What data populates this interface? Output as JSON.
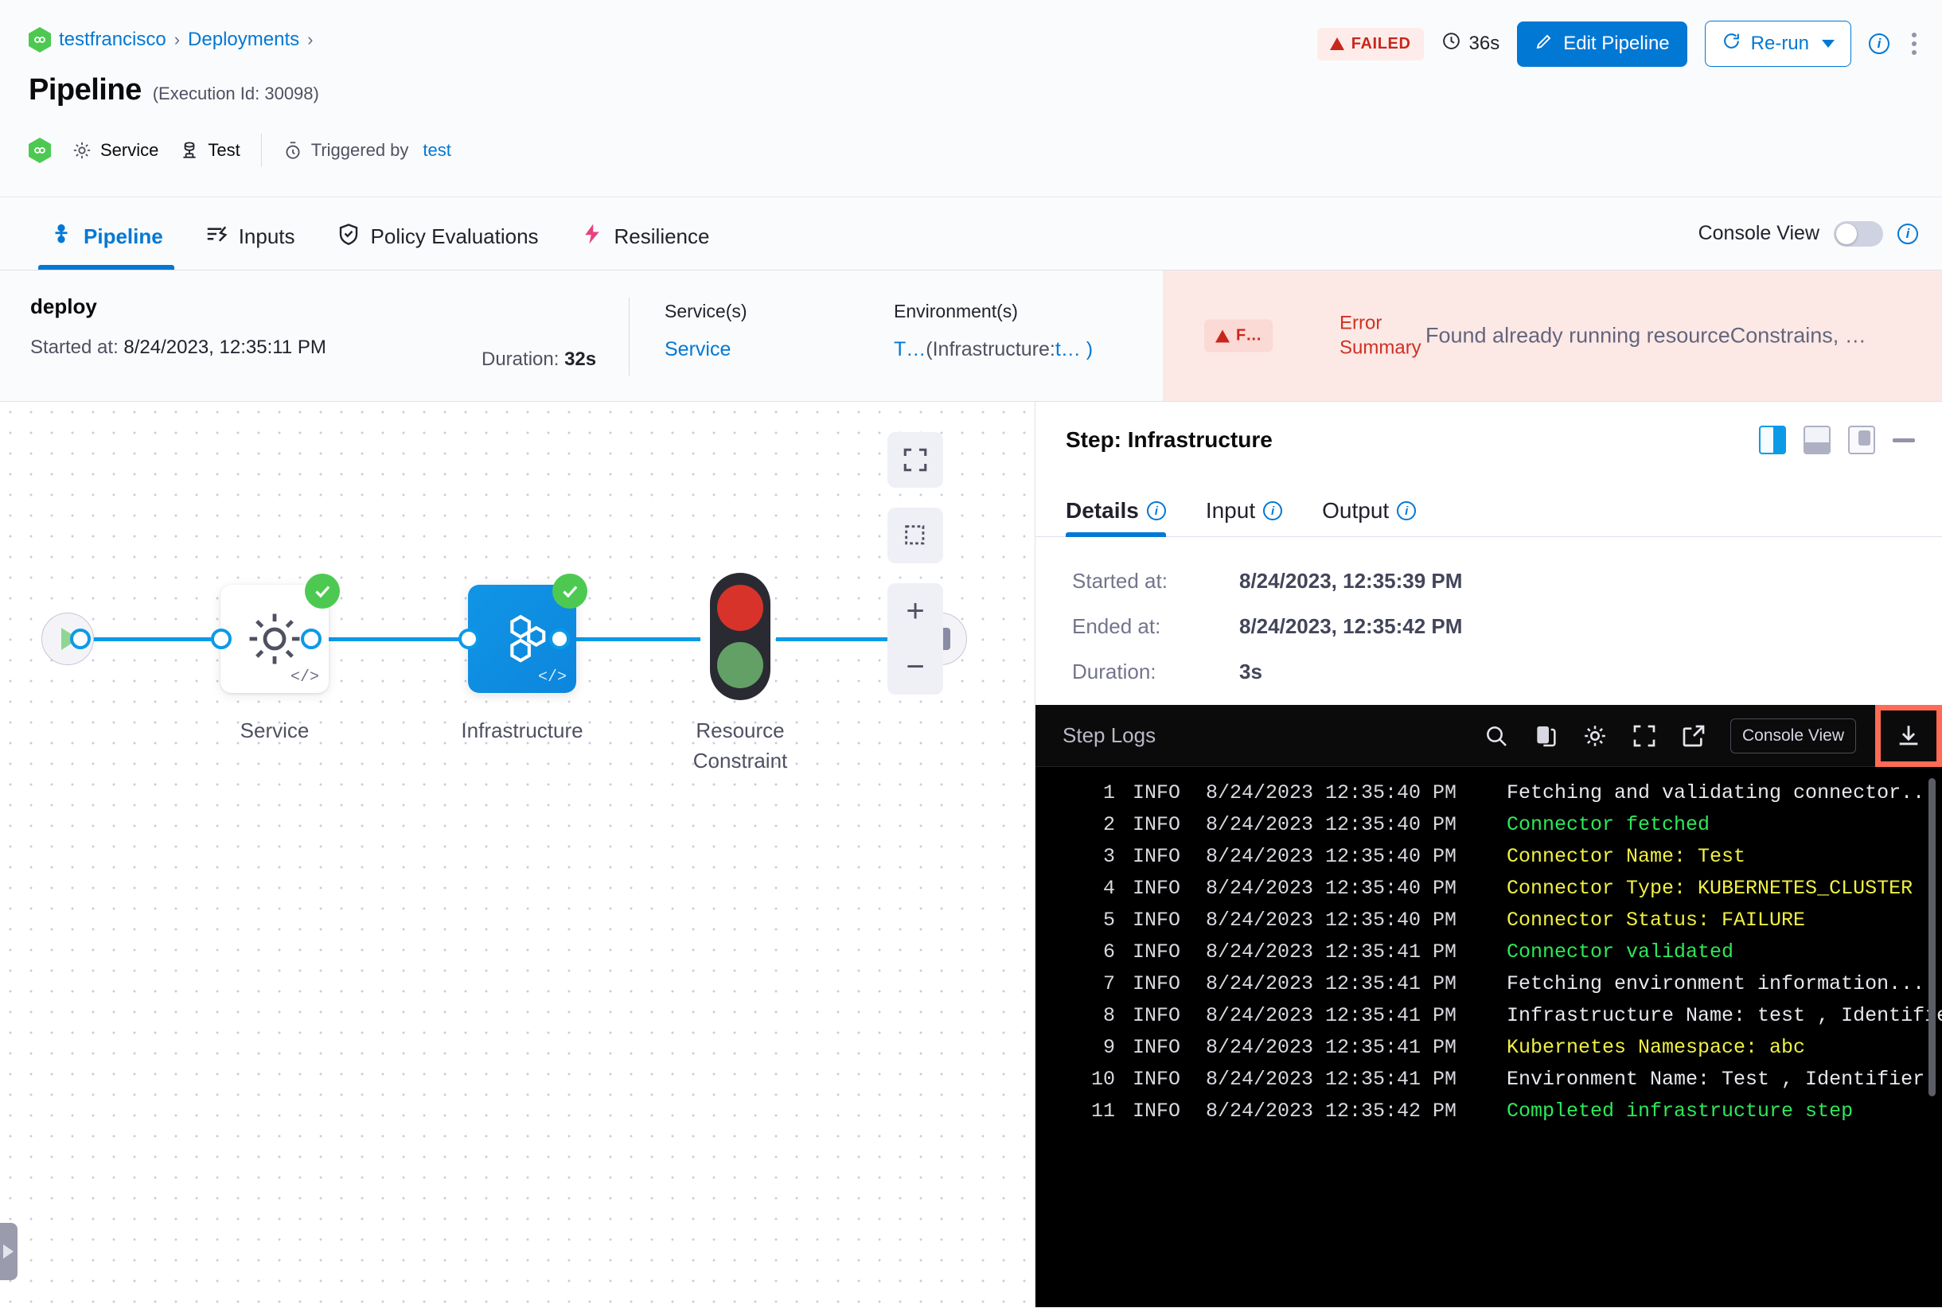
{
  "breadcrumb": {
    "org_icon": "harness-logo-icon",
    "items": [
      "testfrancisco",
      "Deployments"
    ]
  },
  "header": {
    "title": "Pipeline",
    "execution_id": "(Execution Id: 30098)",
    "meta": {
      "service_label": "Service",
      "env_label": "Test",
      "triggered_label": "Triggered by",
      "triggered_user": "test"
    },
    "status_badge": "FAILED",
    "duration": "36s",
    "edit_button": "Edit Pipeline",
    "rerun_button": "Re-run"
  },
  "tabs": [
    {
      "label": "Pipeline",
      "icon": "pipeline-icon",
      "active": true
    },
    {
      "label": "Inputs",
      "icon": "inputs-icon",
      "active": false
    },
    {
      "label": "Policy Evaluations",
      "icon": "shield-check-icon",
      "active": false
    },
    {
      "label": "Resilience",
      "icon": "resilience-icon",
      "active": false
    }
  ],
  "console_view": {
    "label": "Console View",
    "enabled": false
  },
  "summary": {
    "stage_name": "deploy",
    "started_label": "Started at:",
    "started_value": "8/24/2023, 12:35:11 PM",
    "duration_label": "Duration:",
    "duration_value": "32s",
    "services_header": "Service(s)",
    "services_value": "Service",
    "environments_header": "Environment(s)",
    "environments_value_prefix": "T…",
    "environments_value_detail": "(Infrastructure:",
    "environments_value_suffix": "t… )",
    "error_badge": "F…",
    "error_label_line1": "Error",
    "error_label_line2": "Summary",
    "error_text": "Found already running resourceConstrains, …"
  },
  "canvas": {
    "tools": [
      {
        "name": "fit-to-screen-icon"
      },
      {
        "name": "select-area-icon"
      }
    ],
    "zoom_in": "+",
    "zoom_out": "−",
    "nodes": [
      {
        "label": "Service",
        "type": "service",
        "status": "success"
      },
      {
        "label": "Infrastructure",
        "type": "infrastructure",
        "status": "success",
        "selected": true
      },
      {
        "label": "Resource\nConstraint",
        "type": "resource-constraint",
        "status": "waiting"
      }
    ],
    "node_labels": {
      "service": "Service",
      "infrastructure": "Infrastructure",
      "resource_constraint_line1": "Resource",
      "resource_constraint_line2": "Constraint"
    }
  },
  "step_panel": {
    "title": "Step: Infrastructure",
    "header_icons": [
      "layout-right-icon",
      "layout-bottom-icon",
      "layout-float-icon",
      "minimize-icon"
    ],
    "tabs": [
      {
        "label": "Details",
        "active": true
      },
      {
        "label": "Input",
        "active": false
      },
      {
        "label": "Output",
        "active": false
      }
    ],
    "details": [
      {
        "key": "Started at:",
        "value": "8/24/2023, 12:35:39 PM"
      },
      {
        "key": "Ended at:",
        "value": "8/24/2023, 12:35:42 PM"
      },
      {
        "key": "Duration:",
        "value": "3s"
      }
    ]
  },
  "logs": {
    "title": "Step Logs",
    "icons": [
      "search-icon",
      "copy-icon",
      "gear-icon",
      "fullscreen-icon",
      "open-external-icon"
    ],
    "console_pill": "Console View",
    "download_icon": "download-icon",
    "lines": [
      {
        "n": "1",
        "level": "INFO",
        "ts": "8/24/2023 12:35:40 PM",
        "msg": "Fetching and validating connector...",
        "color": "white"
      },
      {
        "n": "2",
        "level": "INFO",
        "ts": "8/24/2023 12:35:40 PM",
        "msg": "Connector fetched",
        "color": "green"
      },
      {
        "n": "3",
        "level": "INFO",
        "ts": "8/24/2023 12:35:40 PM",
        "msg": "Connector Name: Test",
        "color": "yellow"
      },
      {
        "n": "4",
        "level": "INFO",
        "ts": "8/24/2023 12:35:40 PM",
        "msg": "Connector Type: KUBERNETES_CLUSTER",
        "color": "yellow"
      },
      {
        "n": "5",
        "level": "INFO",
        "ts": "8/24/2023 12:35:40 PM",
        "msg": "Connector Status: FAILURE",
        "color": "yellow"
      },
      {
        "n": "6",
        "level": "INFO",
        "ts": "8/24/2023 12:35:41 PM",
        "msg": "Connector validated",
        "color": "green"
      },
      {
        "n": "7",
        "level": "INFO",
        "ts": "8/24/2023 12:35:41 PM",
        "msg": "Fetching environment information...",
        "color": "white"
      },
      {
        "n": "8",
        "level": "INFO",
        "ts": "8/24/2023 12:35:41 PM",
        "msg": "Infrastructure Name: test , Identifier:",
        "color": "white"
      },
      {
        "n": "9",
        "level": "INFO",
        "ts": "8/24/2023 12:35:41 PM",
        "msg": "Kubernetes Namespace: abc",
        "color": "yellow"
      },
      {
        "n": "10",
        "level": "INFO",
        "ts": "8/24/2023 12:35:41 PM",
        "msg": "Environment Name: Test , Identifier: Te",
        "color": "white"
      },
      {
        "n": "11",
        "level": "INFO",
        "ts": "8/24/2023 12:35:42 PM",
        "msg": "Completed infrastructure step",
        "color": "green"
      }
    ]
  },
  "colors": {
    "accent": "#0278d5",
    "danger": "#c8271c",
    "success": "#4dc952",
    "highlight": "#ff6b55"
  }
}
